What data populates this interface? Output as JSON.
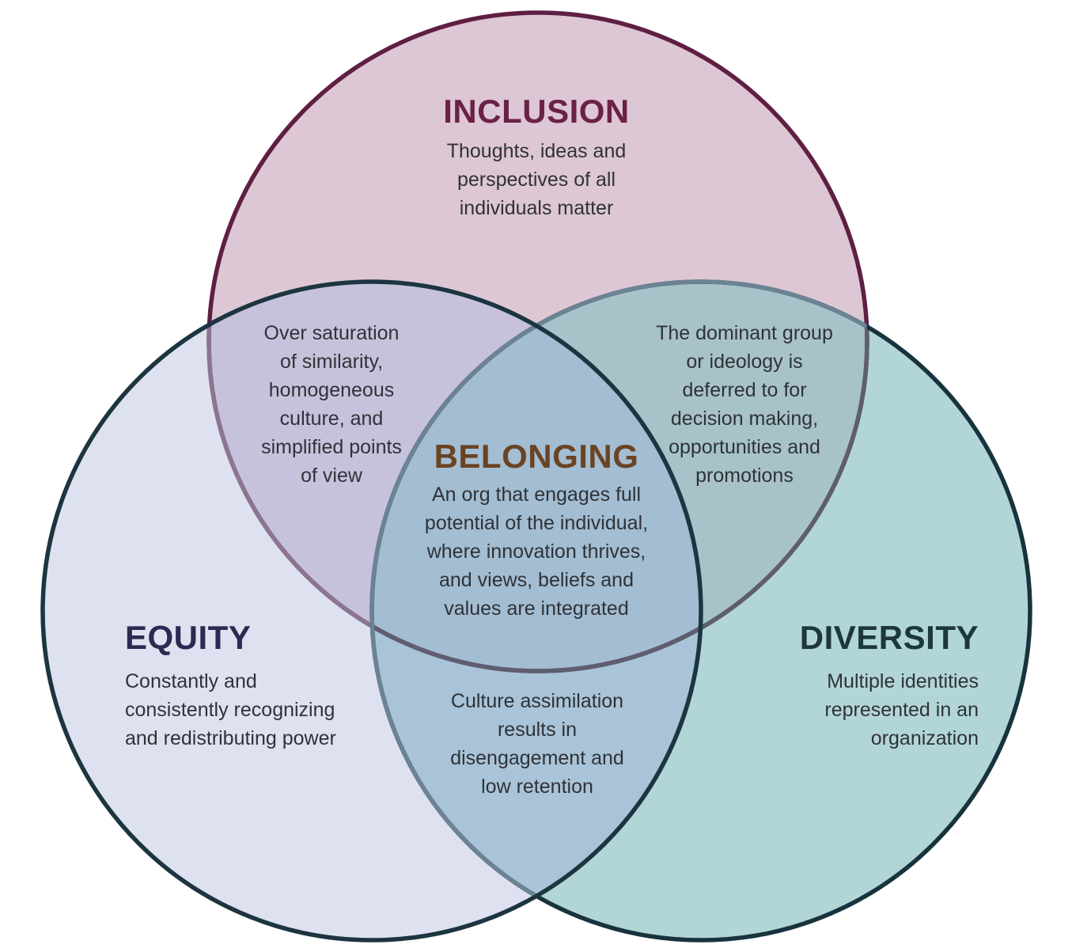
{
  "inclusion": {
    "title": "INCLUSION",
    "description": "Thoughts, ideas and\nperspectives of all\nindividuals matter"
  },
  "equity": {
    "title": "EQUITY",
    "description": "Constantly and\nconsistently recognizing\nand redistributing power"
  },
  "diversity": {
    "title": "DIVERSITY",
    "description": "Multiple identities\nrepresented in an\norganization"
  },
  "belonging": {
    "title": "BELONGING",
    "description": "An org that engages full\npotential of the individual,\nwhere innovation thrives,\nand views, beliefs and\nvalues are integrated"
  },
  "overlaps": {
    "inclusion_equity": "Over saturation\nof similarity,\nhomogeneous\nculture, and\nsimplified points\nof view",
    "inclusion_diversity": "The dominant group\nor ideology is\ndeferred to for\ndecision making,\nopportunities and\npromotions",
    "equity_diversity": "Culture assimilation\nresults in\ndisengagement and\nlow retention"
  },
  "colors": {
    "inclusion_fill": "#ddc7d4",
    "equity_fill": "#dee2f0",
    "diversity_fill": "#b2d6d8",
    "inclusion_equity_fill": "#c7c2dc",
    "inclusion_diversity_fill": "#a7c3c9",
    "equity_diversity_fill": "#a9c4d8",
    "center_fill": "#a3bdd2",
    "inclusion_stroke": "#5e1f43",
    "equity_stroke": "#1c3540",
    "diversity_stroke": "#18333e",
    "inclusion_title_color": "#6b2147",
    "equity_title_color": "#2a2a52",
    "diversity_title_color": "#1e3640",
    "belonging_title_color": "#6b4423",
    "body_text_color": "#2f3237",
    "muted": {
      "inclusion_in_equity": "#8c7590",
      "inclusion_in_diversity": "#5e5e70",
      "diversity_in_others": "#6b8394"
    }
  }
}
